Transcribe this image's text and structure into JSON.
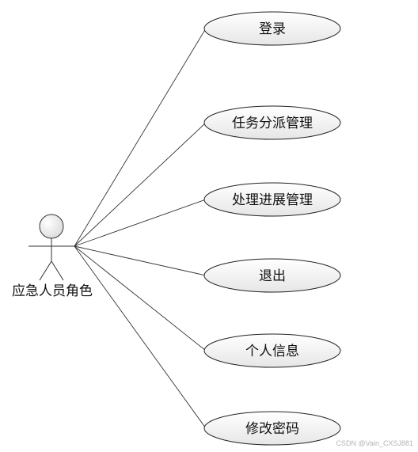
{
  "actor": {
    "label": "应急人员角色"
  },
  "use_cases": [
    {
      "id": "login",
      "label": "登录"
    },
    {
      "id": "task-assign",
      "label": "任务分派管理"
    },
    {
      "id": "progress",
      "label": "处理进展管理"
    },
    {
      "id": "logout",
      "label": "退出"
    },
    {
      "id": "personal-info",
      "label": "个人信息"
    },
    {
      "id": "change-password",
      "label": "修改密码"
    }
  ],
  "watermark": "CSDN @Vain_CXSJ881",
  "colors": {
    "line": "#333333",
    "ellipse_fill": "#f1f1f1",
    "ellipse_stroke": "#222222",
    "text": "#111111"
  }
}
